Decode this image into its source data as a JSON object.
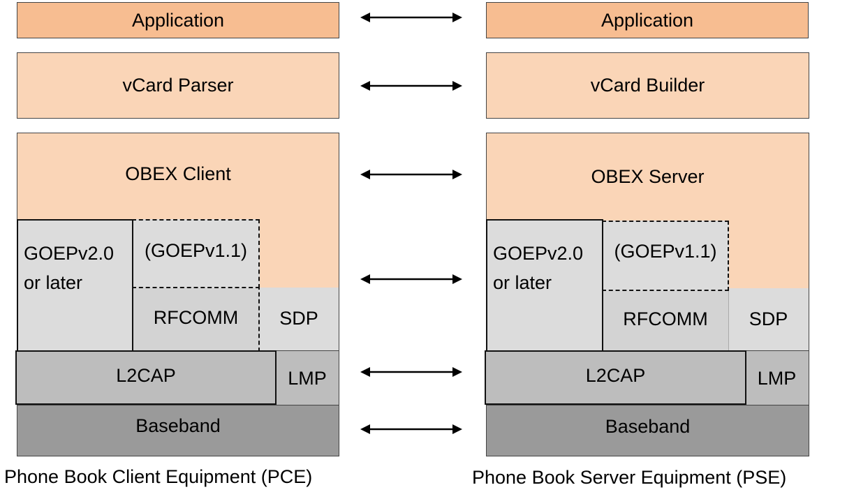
{
  "pce": {
    "application": "Application",
    "vcard": "vCard Parser",
    "obex": "OBEX Client",
    "goep2_line1": "GOEPv2.0",
    "goep2_line2": "or later",
    "goep1": "(GOEPv1.1)",
    "rfcomm": "RFCOMM",
    "sdp": "SDP",
    "l2cap": "L2CAP",
    "lmp": "LMP",
    "baseband": "Baseband",
    "caption": "Phone Book Client Equipment (PCE)"
  },
  "pse": {
    "application": "Application",
    "vcard": "vCard Builder",
    "obex": "OBEX Server",
    "goep2_line1": "GOEPv2.0",
    "goep2_line2": "or later",
    "goep1": "(GOEPv1.1)",
    "rfcomm": "RFCOMM",
    "sdp": "SDP",
    "l2cap": "L2CAP",
    "lmp": "LMP",
    "baseband": "Baseband",
    "caption": "Phone Book Server Equipment (PSE)"
  },
  "arrows": [
    "application-link",
    "vcard-link",
    "obex-link",
    "goep-link",
    "l2cap-link",
    "baseband-link"
  ]
}
